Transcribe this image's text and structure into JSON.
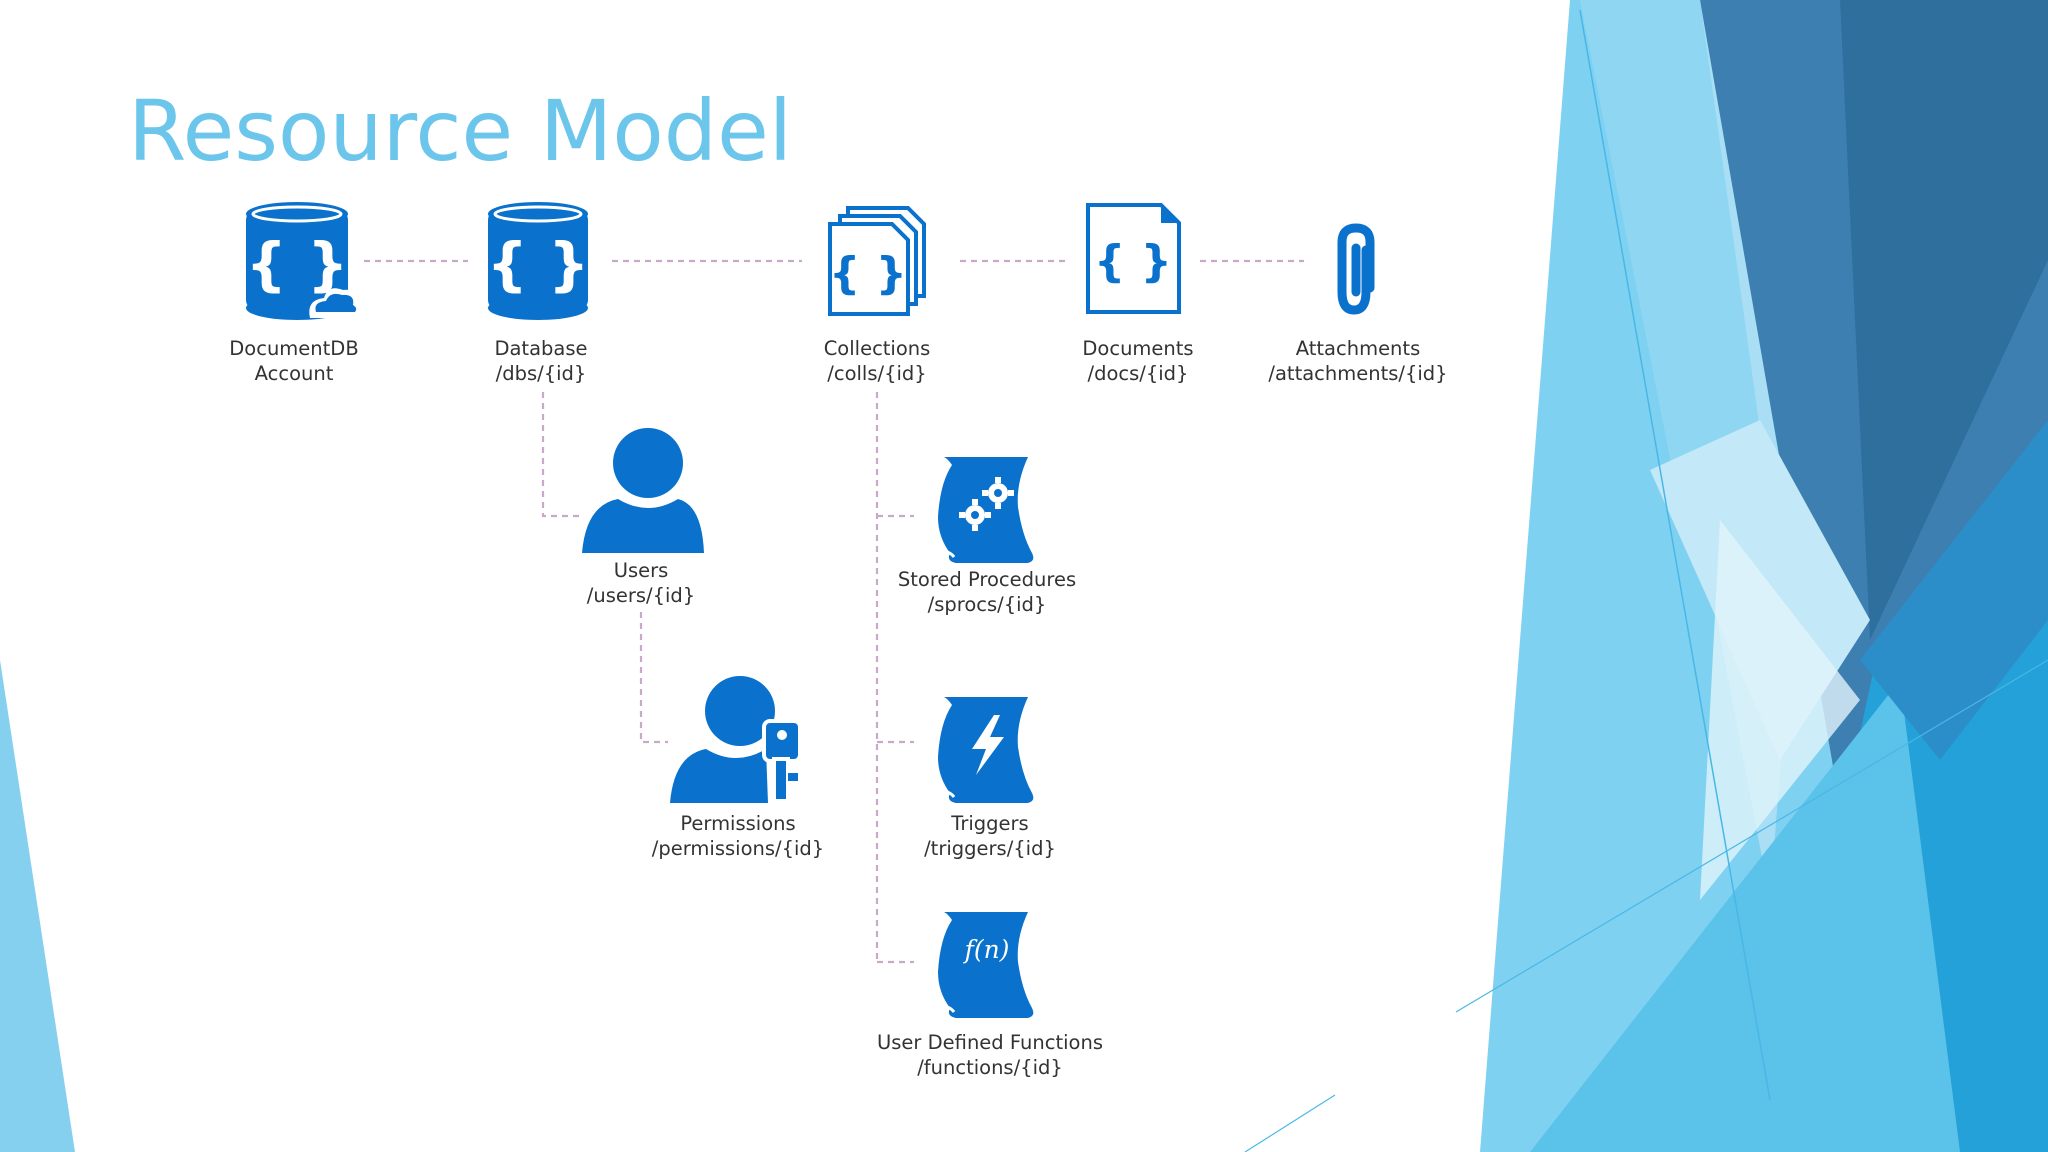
{
  "slide": {
    "title": "Resource Model"
  },
  "diagram": {
    "nodes": {
      "account": {
        "name": "DocumentDB",
        "path": "Account",
        "icon": "database-cloud-icon"
      },
      "database": {
        "name": "Database",
        "path": "/dbs/{id}",
        "icon": "database-icon"
      },
      "collections": {
        "name": "Collections",
        "path": "/colls/{id}",
        "icon": "collections-icon"
      },
      "documents": {
        "name": "Documents",
        "path": "/docs/{id}",
        "icon": "document-icon"
      },
      "attachments": {
        "name": "Attachments",
        "path": "/attachments/{id}",
        "icon": "paperclip-icon"
      },
      "users": {
        "name": "Users",
        "path": "/users/{id}",
        "icon": "user-icon"
      },
      "permissions": {
        "name": "Permissions",
        "path": "/permissions/{id}",
        "icon": "user-key-icon"
      },
      "sprocs": {
        "name": "Stored Procedures",
        "path": "/sprocs/{id}",
        "icon": "scroll-gears-icon"
      },
      "triggers": {
        "name": "Triggers",
        "path": "/triggers/{id}",
        "icon": "scroll-lightning-icon"
      },
      "udfs": {
        "name": "User Defined Functions",
        "path": "/functions/{id}",
        "icon": "scroll-function-icon",
        "glyph": "f(n)"
      }
    }
  },
  "colors": {
    "icon_blue": "#0a72cc",
    "title": "#6cc5ea",
    "connector": "#c9a9c9",
    "label": "#333333"
  }
}
